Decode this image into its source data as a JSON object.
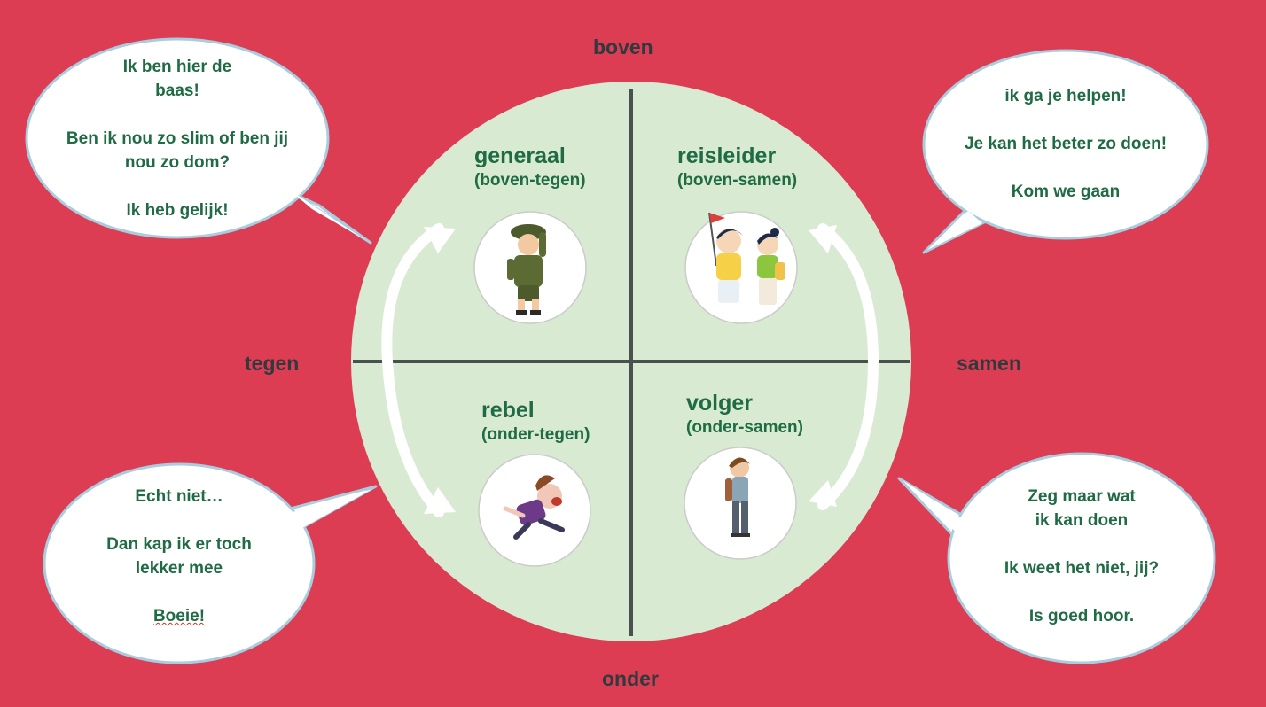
{
  "axes": {
    "top": "boven",
    "bottom": "onder",
    "left": "tegen",
    "right": "samen"
  },
  "quadrants": {
    "top_left": {
      "name": "generaal",
      "sub": "(boven-tegen)",
      "icon": "general-icon"
    },
    "top_right": {
      "name": "reisleider",
      "sub": "(boven-samen)",
      "icon": "tour-guide-icon"
    },
    "bottom_left": {
      "name": "rebel",
      "sub": "(onder-tegen)",
      "icon": "rebel-icon"
    },
    "bottom_right": {
      "name": "volger",
      "sub": "(onder-samen)",
      "icon": "follower-icon"
    }
  },
  "bubbles": {
    "top_left": [
      "Ik ben hier de",
      "baas!",
      "",
      "Ben ik nou zo slim of ben jij",
      "nou zo dom?",
      "",
      "Ik heb gelijk!"
    ],
    "top_right": [
      "ik ga je helpen!",
      "",
      "Je kan het beter zo doen!",
      "",
      "Kom we gaan"
    ],
    "bottom_left": [
      "Echt niet…",
      "",
      "Dan kap ik er toch",
      "lekker mee",
      "",
      "Boeie!"
    ],
    "bottom_right": [
      "Zeg maar wat",
      "ik kan doen",
      "",
      "Ik weet het niet, jij?",
      "",
      "Is goed hoor."
    ]
  },
  "colors": {
    "background": "#dc3d52",
    "circle": "#d9ead3",
    "text_green": "#1f6b44",
    "axis_line": "#4a5050",
    "bubble_fill": "#ffffff",
    "bubble_border": "#a9cde0"
  }
}
